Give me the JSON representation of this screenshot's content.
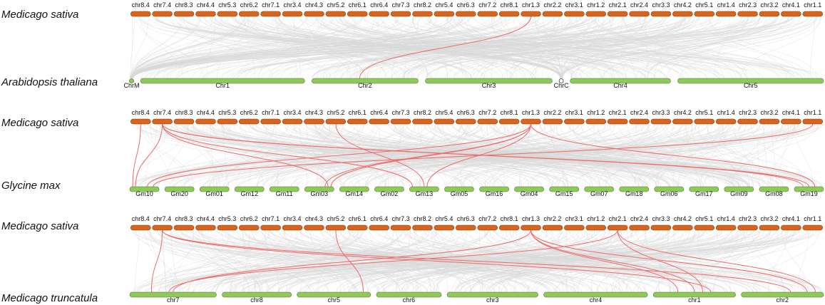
{
  "colors": {
    "query_chr": "#d9651c",
    "query_chr_edge": "#8a3a0c",
    "target_chr": "#8ec95a",
    "target_chr_edge": "#4f7a2c",
    "background_link": "#d9d9d9",
    "highlight_link": "#ef6a6a"
  },
  "query_chromosomes": [
    "chr8.4",
    "chr7.4",
    "chr8.3",
    "chr4.4",
    "chr5.3",
    "chr6.2",
    "chr7.1",
    "chr3.4",
    "chr4.3",
    "chr5.2",
    "chr6.1",
    "chr6.4",
    "chr7.3",
    "chr8.2",
    "chr5.4",
    "chr6.3",
    "chr7.2",
    "chr8.1",
    "chr1.3",
    "chr2.2",
    "chr3.1",
    "chr1.2",
    "chr2.1",
    "chr2.4",
    "chr3.3",
    "chr4.2",
    "chr5.1",
    "chr1.4",
    "chr2.3",
    "chr3.2",
    "chr4.1",
    "chr1.1"
  ],
  "panels": [
    {
      "query_species": "Medicago sativa",
      "target_species": "Arabidopsis thaliana",
      "target_chromosomes": [
        {
          "name": "ChrM",
          "size": 1
        },
        {
          "name": "Chr1",
          "size": 30.4
        },
        {
          "name": "Chr2",
          "size": 19.7
        },
        {
          "name": "Chr3",
          "size": 23.5
        },
        {
          "name": "ChrC",
          "size": 1
        },
        {
          "name": "Chr4",
          "size": 18.6
        },
        {
          "name": "Chr5",
          "size": 27
        }
      ],
      "highlight_links": [
        [
          18,
          2,
          0.45
        ]
      ]
    },
    {
      "query_species": "Medicago sativa",
      "target_species": "Glycine max",
      "target_chromosomes": [
        {
          "name": "Gm10",
          "size": 1
        },
        {
          "name": "Gm20",
          "size": 1
        },
        {
          "name": "Gm01",
          "size": 1
        },
        {
          "name": "Gm12",
          "size": 1
        },
        {
          "name": "Gm11",
          "size": 1
        },
        {
          "name": "Gm03",
          "size": 1
        },
        {
          "name": "Gm14",
          "size": 1
        },
        {
          "name": "Gm02",
          "size": 1
        },
        {
          "name": "Gm13",
          "size": 1
        },
        {
          "name": "Gm05",
          "size": 1
        },
        {
          "name": "Gm16",
          "size": 1
        },
        {
          "name": "Gm04",
          "size": 1
        },
        {
          "name": "Gm15",
          "size": 1
        },
        {
          "name": "Gm07",
          "size": 1
        },
        {
          "name": "Gm18",
          "size": 1
        },
        {
          "name": "Gm06",
          "size": 1
        },
        {
          "name": "Gm17",
          "size": 1
        },
        {
          "name": "Gm09",
          "size": 1
        },
        {
          "name": "Gm08",
          "size": 1
        },
        {
          "name": "Gm19",
          "size": 1
        }
      ],
      "highlight_links": [
        [
          1,
          0,
          0.2
        ],
        [
          0,
          0,
          0.1
        ],
        [
          1,
          5,
          0.8
        ],
        [
          1,
          8,
          0.1
        ],
        [
          1,
          19,
          0.3
        ],
        [
          1,
          19,
          0.5
        ],
        [
          9,
          8,
          0.5
        ],
        [
          18,
          0,
          0.6
        ],
        [
          18,
          5,
          0.7
        ],
        [
          18,
          5,
          0.9
        ],
        [
          18,
          8,
          0.6
        ],
        [
          18,
          19,
          0.7
        ],
        [
          31,
          0,
          0.8
        ]
      ]
    },
    {
      "query_species": "Medicago sativa",
      "target_species": "Medicago truncatula",
      "target_chromosomes": [
        {
          "name": "chr7",
          "size": 1.0
        },
        {
          "name": "chr8",
          "size": 0.8
        },
        {
          "name": "chr5",
          "size": 0.85
        },
        {
          "name": "chr6",
          "size": 0.75
        },
        {
          "name": "chr3",
          "size": 1.05
        },
        {
          "name": "chr4",
          "size": 1.2
        },
        {
          "name": "chr1",
          "size": 0.95
        },
        {
          "name": "chr2",
          "size": 0.95
        }
      ],
      "highlight_links": [
        [
          1,
          0,
          0.25
        ],
        [
          1,
          6,
          0.7
        ],
        [
          1,
          7,
          0.6
        ],
        [
          9,
          2,
          0.9
        ],
        [
          18,
          0,
          0.5
        ],
        [
          18,
          6,
          0.3
        ],
        [
          18,
          6,
          0.5
        ],
        [
          18,
          7,
          0.8
        ],
        [
          22,
          0,
          0.45
        ],
        [
          22,
          6,
          0.6
        ],
        [
          22,
          7,
          0.9
        ]
      ]
    }
  ]
}
